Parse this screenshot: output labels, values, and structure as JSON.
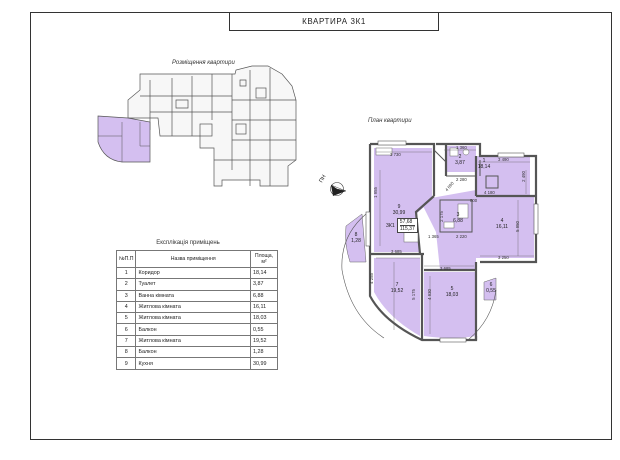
{
  "title": "КВАРТИРА 3К1",
  "location_caption": "Розміщення квартири",
  "plan_caption": "План квартири",
  "north_label": "ПН",
  "table": {
    "title": "Експлікація приміщень",
    "headers": {
      "num": "№П.П",
      "name": "Назва приміщення",
      "area": "Площа, м²"
    },
    "rows": [
      {
        "num": "1",
        "name": "Коридор",
        "area": "18,14"
      },
      {
        "num": "2",
        "name": "Туалет",
        "area": "3,87"
      },
      {
        "num": "3",
        "name": "Ванна кімната",
        "area": "6,88"
      },
      {
        "num": "4",
        "name": "Житлова кімната",
        "area": "16,11"
      },
      {
        "num": "5",
        "name": "Житлова кімната",
        "area": "18,03"
      },
      {
        "num": "6",
        "name": "Балкон",
        "area": "0,55"
      },
      {
        "num": "7",
        "name": "Житлова кімната",
        "area": "19,52"
      },
      {
        "num": "8",
        "name": "Балкон",
        "area": "1,28"
      },
      {
        "num": "9",
        "name": "Кухня",
        "area": "30,99"
      }
    ]
  },
  "plan": {
    "apartment_code": "3К1",
    "area_a": "57,68",
    "area_b": "115,37",
    "rooms": [
      {
        "num": "9",
        "area": "30,99"
      },
      {
        "num": "7",
        "area": "19,52"
      },
      {
        "num": "5",
        "area": "18,03"
      },
      {
        "num": "4",
        "area": "16,11"
      },
      {
        "num": "1",
        "area": "18,14"
      },
      {
        "num": "3",
        "area": "6,88"
      },
      {
        "num": "2",
        "area": "3,87"
      },
      {
        "num": "8",
        "area": "1,28"
      },
      {
        "num": "6",
        "area": "0,55"
      }
    ],
    "dimensions": [
      "3 730",
      "3 490",
      "3 685",
      "3 685",
      "3 250",
      "4 180",
      "4 930",
      "5 175",
      "5 950",
      "4 255",
      "2 220",
      "1 365",
      "1 360",
      "2 280",
      "2 175",
      "1 955",
      "4 690",
      "2 490",
      "800"
    ]
  },
  "colors": {
    "fill": "#d4bff0",
    "wall": "#555555",
    "ink": "#222222"
  }
}
